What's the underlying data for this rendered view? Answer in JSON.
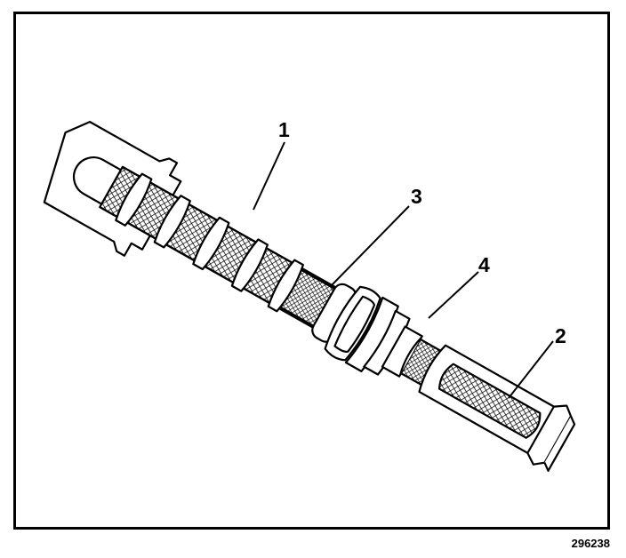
{
  "figure": {
    "callouts": [
      {
        "id": "1",
        "label": "1"
      },
      {
        "id": "2",
        "label": "2"
      },
      {
        "id": "3",
        "label": "3"
      },
      {
        "id": "4",
        "label": "4"
      }
    ],
    "figure_number": "296238"
  },
  "colors": {
    "line": "#000000",
    "background": "#ffffff"
  }
}
